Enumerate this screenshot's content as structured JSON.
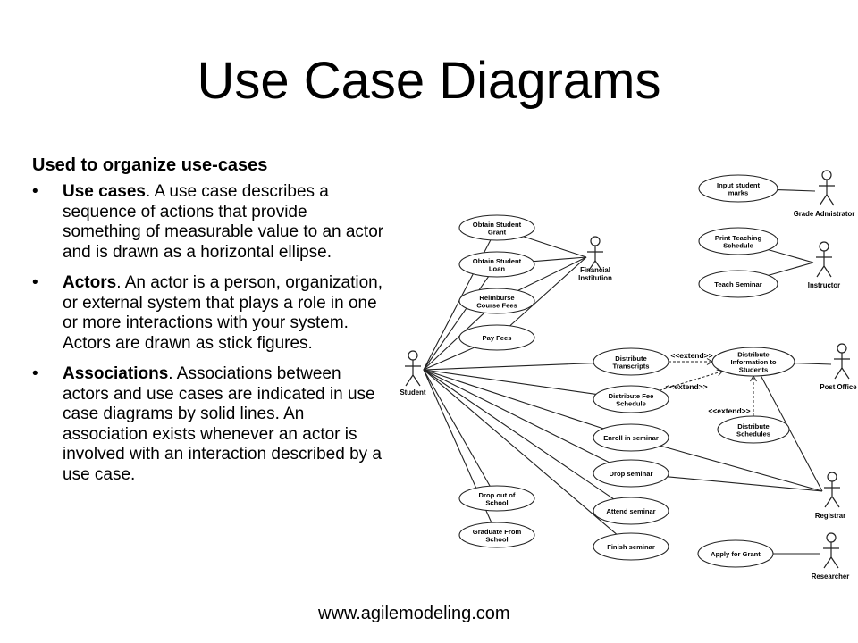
{
  "slide": {
    "title": "Use Case Diagrams",
    "subtitle": "Used to organize use-cases",
    "footer": "www.agilemodeling.com"
  },
  "bullets": [
    {
      "term": "Use cases",
      "text": ". A use case describes a sequence of actions that provide something of measurable value to an actor and is drawn as a horizontal ellipse."
    },
    {
      "term": "Actors",
      "text": ". An actor is a person, organization, or external system that plays a role in one or more interactions with your system. Actors are drawn as stick figures."
    },
    {
      "term": "Associations",
      "text": ".  Associations between actors and use cases are indicated in use case diagrams by solid lines. An association exists whenever an actor is involved with an interaction described by a use case."
    }
  ],
  "diagram": {
    "actors": [
      {
        "id": "student",
        "label": "Student"
      },
      {
        "id": "financial",
        "label": "Financial Institution"
      },
      {
        "id": "grade",
        "label": "Grade Admistrator"
      },
      {
        "id": "instructor",
        "label": "Instructor"
      },
      {
        "id": "post",
        "label": "Post Office"
      },
      {
        "id": "registrar",
        "label": "Registrar"
      },
      {
        "id": "researcher",
        "label": "Researcher"
      }
    ],
    "use_cases": [
      {
        "id": "obtain_grant",
        "label": "Obtain Student Grant"
      },
      {
        "id": "obtain_loan",
        "label": "Obtain Student Loan"
      },
      {
        "id": "reimburse",
        "label": "Reimburse Course Fees"
      },
      {
        "id": "pay_fees",
        "label": "Pay Fees"
      },
      {
        "id": "drop_school",
        "label": "Drop out of School"
      },
      {
        "id": "graduate",
        "label": "Graduate From School"
      },
      {
        "id": "input_marks",
        "label": "Input student marks"
      },
      {
        "id": "print_schedule",
        "label": "Print Teaching Schedule"
      },
      {
        "id": "teach",
        "label": "Teach Seminar"
      },
      {
        "id": "dist_transcripts",
        "label": "Distribute Transcripts"
      },
      {
        "id": "dist_info",
        "label": "Distribute Information to Students"
      },
      {
        "id": "dist_fee",
        "label": "Distribute Fee Schedule"
      },
      {
        "id": "dist_schedules",
        "label": "Distribute Schedules"
      },
      {
        "id": "enroll",
        "label": "Enroll in seminar"
      },
      {
        "id": "drop_seminar",
        "label": "Drop seminar"
      },
      {
        "id": "attend",
        "label": "Attend seminar"
      },
      {
        "id": "finish",
        "label": "Finish seminar"
      },
      {
        "id": "apply_grant",
        "label": "Apply for Grant"
      }
    ],
    "extend_label": "<<extend>>",
    "associations": [
      [
        "student",
        "obtain_grant"
      ],
      [
        "student",
        "obtain_loan"
      ],
      [
        "student",
        "reimburse"
      ],
      [
        "student",
        "pay_fees"
      ],
      [
        "student",
        "drop_school"
      ],
      [
        "student",
        "graduate"
      ],
      [
        "student",
        "dist_transcripts"
      ],
      [
        "student",
        "dist_fee"
      ],
      [
        "student",
        "enroll"
      ],
      [
        "student",
        "drop_seminar"
      ],
      [
        "student",
        "attend"
      ],
      [
        "student",
        "finish"
      ],
      [
        "financial",
        "obtain_grant"
      ],
      [
        "financial",
        "obtain_loan"
      ],
      [
        "financial",
        "reimburse"
      ],
      [
        "financial",
        "pay_fees"
      ],
      [
        "grade",
        "input_marks"
      ],
      [
        "instructor",
        "print_schedule"
      ],
      [
        "instructor",
        "teach"
      ],
      [
        "post",
        "dist_info"
      ],
      [
        "registrar",
        "enroll"
      ],
      [
        "registrar",
        "drop_seminar"
      ],
      [
        "registrar",
        "dist_info"
      ],
      [
        "researcher",
        "apply_grant"
      ]
    ],
    "extends": [
      [
        "dist_transcripts",
        "dist_info"
      ],
      [
        "dist_fee",
        "dist_info"
      ],
      [
        "dist_schedules",
        "dist_info"
      ]
    ]
  }
}
